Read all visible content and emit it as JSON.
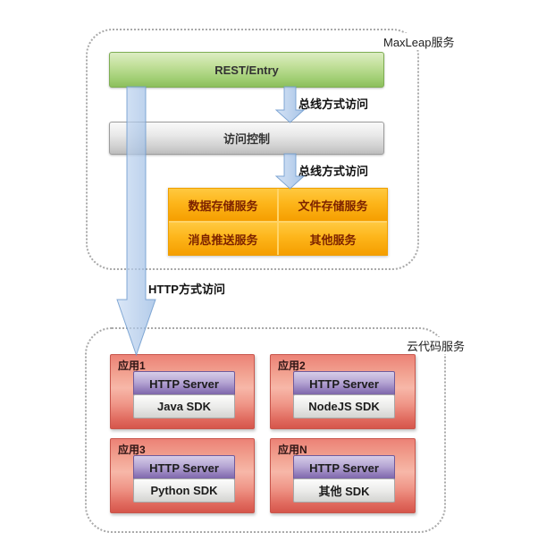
{
  "top_group": {
    "label": "MaxLeap服务",
    "rest_entry": "REST/Entry",
    "access_control": "访问控制",
    "bus_access_1": "总线方式访问",
    "bus_access_2": "总线方式访问",
    "services": [
      "数据存储服务",
      "文件存储服务",
      "消息推送服务",
      "其他服务"
    ]
  },
  "http_access_label": "HTTP方式访问",
  "bottom_group": {
    "label": "云代码服务",
    "apps": [
      {
        "name": "应用1",
        "server": "HTTP Server",
        "sdk": "Java SDK"
      },
      {
        "name": "应用2",
        "server": "HTTP Server",
        "sdk": "NodeJS SDK"
      },
      {
        "name": "应用3",
        "server": "HTTP Server",
        "sdk": "Python SDK"
      },
      {
        "name": "应用N",
        "server": "HTTP Server",
        "sdk": "其他 SDK"
      }
    ]
  },
  "colors": {
    "green_bar": "#8cbf5c",
    "gray_bar": "#c6c6c6",
    "orange_cell": "#f8a200",
    "orange_text": "#7d2300",
    "arrow_blue": "#aac6e8",
    "app_pink": "#ee8a7f",
    "purple_bar": "#8a73b4",
    "sdk_bar": "#d9d9d7",
    "dashed_border": "#a9a9a9"
  }
}
